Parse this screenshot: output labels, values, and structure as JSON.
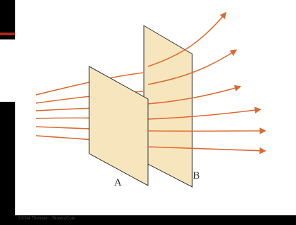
{
  "labels": {
    "plate_a": "A",
    "plate_b": "B"
  },
  "credit": "©2004 Thomson - Brooks/Cole",
  "colors": {
    "background": "#000000",
    "panel": "#ffffff",
    "plate_fill": "#f7e6bd",
    "plate_stroke": "#333333",
    "field_line": "#dd6a2f",
    "slide_bar": "#b3261e"
  }
}
